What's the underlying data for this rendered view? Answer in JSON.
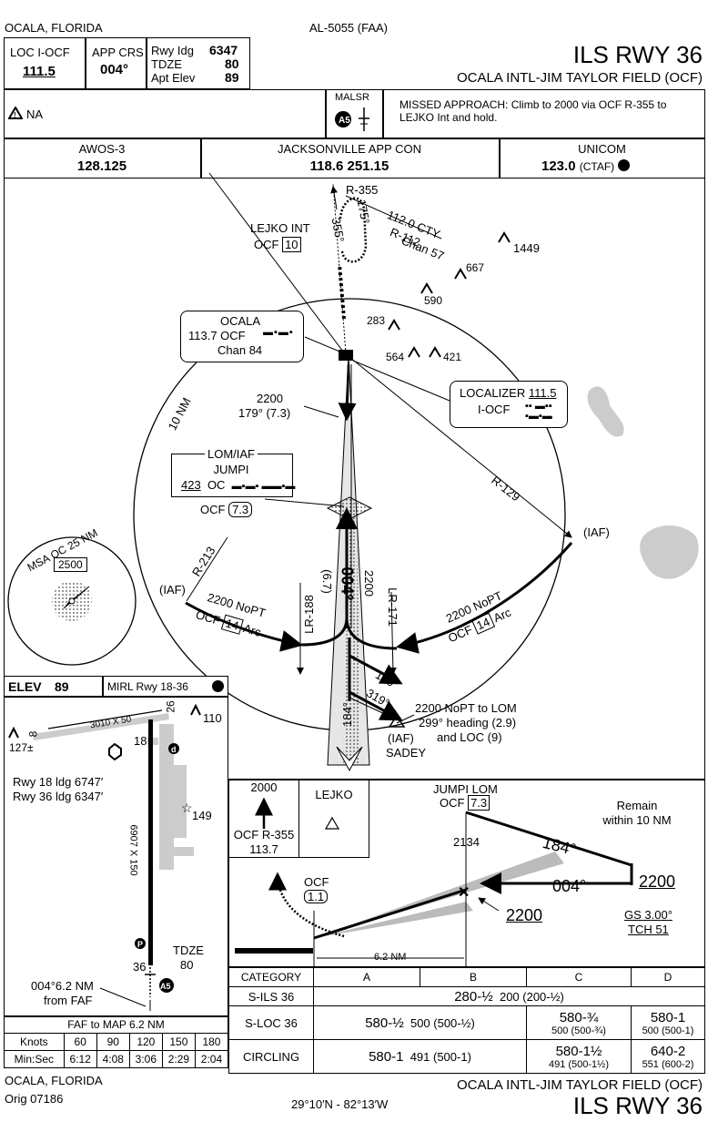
{
  "header": {
    "city_state": "OCALA, FLORIDA",
    "procedure_number": "AL-5055 (FAA)",
    "title": "ILS RWY 36",
    "airport": "OCALA INTL-JIM TAYLOR FIELD (OCF)"
  },
  "briefing": {
    "loc_label": "LOC  I-OCF",
    "loc_freq": "111.5",
    "app_crs_label": "APP CRS",
    "app_crs": "004°",
    "rwy_ldg_label": "Rwy Idg",
    "rwy_ldg": "6347",
    "tdze_label": "TDZE",
    "tdze": "80",
    "apt_elev_label": "Apt Elev",
    "apt_elev": "89",
    "notes": "NA",
    "malsr": "MALSR",
    "missed_approach": "MISSED APPROACH:  Climb to 2000 via OCF R-355 to LEJKO Int and hold."
  },
  "comms": {
    "awos_label": "AWOS-3",
    "awos_freq": "128.125",
    "app_con_label": "JACKSONVILLE APP CON",
    "app_con_freq": "118.6  251.15",
    "unicom_label": "UNICOM",
    "unicom_freq": "123.0",
    "ctaf": "(CTAF)"
  },
  "plan_view": {
    "r355": "R-355",
    "lejko_int": "LEJKO INT",
    "lejko_ocf": "OCF",
    "lejko_dist": "10",
    "hold_355": "355°",
    "hold_175": "175°",
    "cty_freq": "112.0 CTY",
    "r112": "R-112",
    "chan57": "Chan 57",
    "obs_1449": "1449",
    "obs_667": "667",
    "obs_590": "590",
    "obs_283": "283",
    "obs_564": "564",
    "obs_421": "421",
    "ocala_name": "OCALA",
    "ocala_freq": "113.7  OCF",
    "ocala_chan": "Chan 84",
    "ring_10nm": "10 NM",
    "alt_2200": "2200",
    "crs_179": "179° (7.3)",
    "loc_label": "LOCALIZER",
    "loc_freq": "111.5",
    "loc_ident": "I-OCF",
    "lom_label": "LOM/IAF",
    "lom_name": "JUMPI",
    "lom_freq": "423",
    "lom_ident": "OC",
    "lom_ocf": "OCF",
    "lom_dist": "7.3",
    "r129": "R-129",
    "iaf_right": "(IAF)",
    "msa_label": "MSA OC 25 NM",
    "msa_alt": "2500",
    "r213": "R-213",
    "iaf_left": "(IAF)",
    "arc_left_alt": "2200 NoPT",
    "arc_left_ocf": "OCF",
    "arc_left_dist": "14",
    "arc_left_word": "Arc",
    "arc_right_alt": "2200 NoPT",
    "arc_right_ocf": "OCF",
    "arc_right_dist": "14",
    "arc_right_word": "Arc",
    "lr188": "LR-188",
    "lr171": "LR-171",
    "dist_67": "(6.7)",
    "crs_004": "004°",
    "crs_2200": "2200",
    "hdg_139": "139°",
    "hdg_319": "319°",
    "crs_184": "184°",
    "nopt_lom_1": "2200 NoPT to LOM",
    "nopt_lom_2": "299° heading (2.9)",
    "nopt_lom_3": "and LOC (9)",
    "sadey_iaf": "(IAF)",
    "sadey": "SADEY"
  },
  "airport_diagram": {
    "elev_label": "ELEV",
    "elev": "89",
    "mirl": "MIRL Rwy 18-36",
    "rwy_small": "3010 X 50",
    "rwy_8": "8",
    "rwy_26": "26",
    "obs_110": "110",
    "obs_127": "127±",
    "rwy18_ldg": "Rwy 18 ldg 6747′",
    "rwy36_ldg": "Rwy 36 ldg 6347′",
    "rwy_18": "18",
    "rwy_dims": "6907 X 150",
    "obs_149": "149",
    "tdze_label": "TDZE",
    "tdze": "80",
    "rwy_36": "36",
    "faf_note_1": "004°6.2 NM",
    "faf_note_2": "from FAF"
  },
  "timing": {
    "title": "FAF to MAP  6.2 NM",
    "knots_label": "Knots",
    "minsec_label": "Min:Sec",
    "knots": [
      "60",
      "90",
      "120",
      "150",
      "180"
    ],
    "times": [
      "6:12",
      "4:08",
      "3:06",
      "2:29",
      "2:04"
    ]
  },
  "profile": {
    "missed_alt": "2000",
    "missed_ocf": "OCF R-355",
    "missed_freq": "113.7",
    "lejko": "LEJKO",
    "jumpi_lom": "JUMPI LOM",
    "jumpi_ocf": "OCF",
    "jumpi_dist": "7.3",
    "remain_1": "Remain",
    "remain_2": "within 10 NM",
    "gs_2134": "2134",
    "crs_184": "184°",
    "crs_004": "004°",
    "alt_2200_right": "2200",
    "alt_2200_faf": "2200",
    "ocf_label": "OCF",
    "ocf_dist": "1.1",
    "gs": "GS 3.00°",
    "tch": "TCH 51",
    "dist_62": "6.2 NM"
  },
  "minimums": {
    "headers": [
      "CATEGORY",
      "A",
      "B",
      "C",
      "D"
    ],
    "sils": {
      "label": "S-ILS 36",
      "value": "280-½",
      "value2": "200 (200-½)"
    },
    "sloc": {
      "label": "S-LOC 36",
      "ab": "580-½",
      "ab2": "500 (500-½)",
      "c": "580-¾",
      "c2": "500 (500-¾)",
      "d": "580-1",
      "d2": "500 (500-1)"
    },
    "circling": {
      "label": "CIRCLING",
      "ab": "580-1",
      "ab2": "491 (500-1)",
      "c": "580-1½",
      "c2": "491 (500-1½)",
      "d": "640-2",
      "d2": "551 (600-2)"
    }
  },
  "footer": {
    "city_state": "OCALA, FLORIDA",
    "orig": "Orig  07186",
    "coords": "29°10′N - 82°13′W",
    "airport": "OCALA INTL-JIM TAYLOR FIELD (OCF)",
    "title": "ILS RWY 36"
  }
}
